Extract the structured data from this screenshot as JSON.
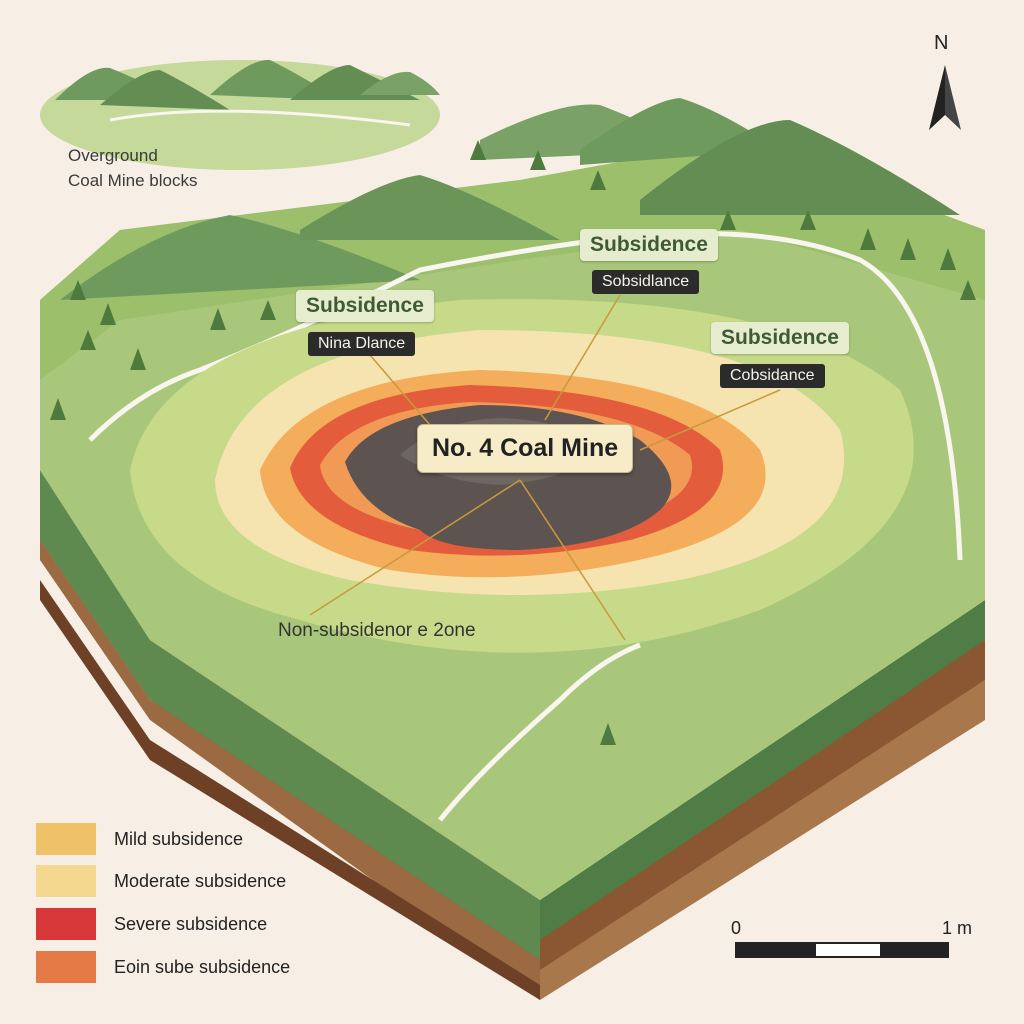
{
  "inset": {
    "label_line1": "Overground",
    "label_line2": "Coal Mine blocks"
  },
  "labels": {
    "subsidence_left": "Subsidence",
    "subsidence_top": "Subsidence",
    "subsidence_right": "Subsidence",
    "tag_left": "Nina Dlance",
    "tag_top": "Sobsidlance",
    "tag_right": "Cobsidance",
    "mine": "No. 4 Coal Mine",
    "non_subsidence": "Non-subsidenor e 2one"
  },
  "compass": {
    "letter": "N",
    "icon": "north-arrow-icon"
  },
  "legend": {
    "items": [
      {
        "label": "Mild subsidence",
        "color": "#f0c267"
      },
      {
        "label": "Moderate subsidence",
        "color": "#f4d88f"
      },
      {
        "label": "Severe subsidence",
        "color": "#d9383a"
      },
      {
        "label": "Eoin sube subsidence",
        "color": "#e47a45"
      }
    ]
  },
  "scale_bar": {
    "start": "0",
    "end": "1 m"
  },
  "colors": {
    "background": "#f7efe6",
    "grass": "#a9c77a",
    "hills": "#6f9a5e",
    "soil": "#8b5a35",
    "mine_rock": "#5d5452"
  }
}
